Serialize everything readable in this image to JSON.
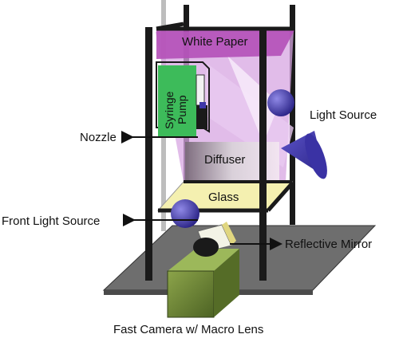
{
  "labels": {
    "white_paper": "White Paper",
    "syringe": "Syringe",
    "pump": "Pump",
    "nozzle": "Nozzle",
    "light_source": "Light Source",
    "diffuser": "Diffuser",
    "glass": "Glass",
    "front_light_source": "Front Light Source",
    "reflective_mirror": "Reflective Mirror",
    "camera": "Fast Camera w/ Macro Lens"
  },
  "colors": {
    "frame": "#1a1a1a",
    "paper": "#b44fb8",
    "light_beam": "#c98fd8",
    "syringe_pump": "#3dbb5a",
    "light_source": "#3e36a8",
    "glass": "#f4f0b0",
    "base_plate": "#6e6e6e",
    "camera": "#6f8a3a"
  }
}
